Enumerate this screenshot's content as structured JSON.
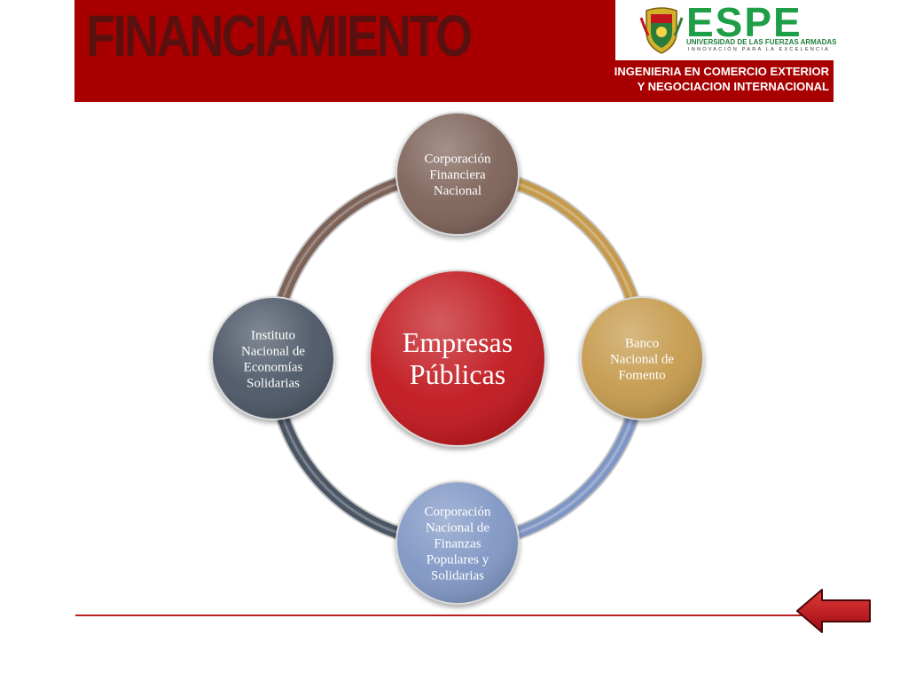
{
  "slide": {
    "title": "FINANCIAMIENTO"
  },
  "logo": {
    "name": "ESPE",
    "subtitle": "UNIVERSIDAD DE LAS FUERZAS ARMADAS",
    "motto": "INNOVACIÓN PARA LA EXCELENCIA"
  },
  "department": {
    "line1": "INGENIERIA EN COMERCIO EXTERIOR",
    "line2": "Y NEGOCIACION INTERNACIONAL"
  },
  "diagram": {
    "center": {
      "lines": [
        "Empresas",
        "Públicas"
      ],
      "color": "#c0161c"
    },
    "nodes": [
      {
        "lines": [
          "Corporación",
          "Financiera",
          "Nacional"
        ],
        "color": "#7d6258"
      },
      {
        "lines": [
          "Banco",
          "Nacional de",
          "Fomento"
        ],
        "color": "#c59a4c"
      },
      {
        "lines": [
          "Corporación",
          "Nacional de",
          "Finanzas",
          "Populares y",
          "Solidarias"
        ],
        "color": "#7f96c4"
      },
      {
        "lines": [
          "Instituto",
          "Nacional de",
          "Economías",
          "Solidarias"
        ],
        "color": "#4b5665"
      }
    ]
  },
  "colors": {
    "header": "#a80000",
    "title_text": "#5b1010",
    "logo_green": "#1e9e46",
    "footer_line": "#b62020",
    "back_arrow": "#c0141c"
  }
}
